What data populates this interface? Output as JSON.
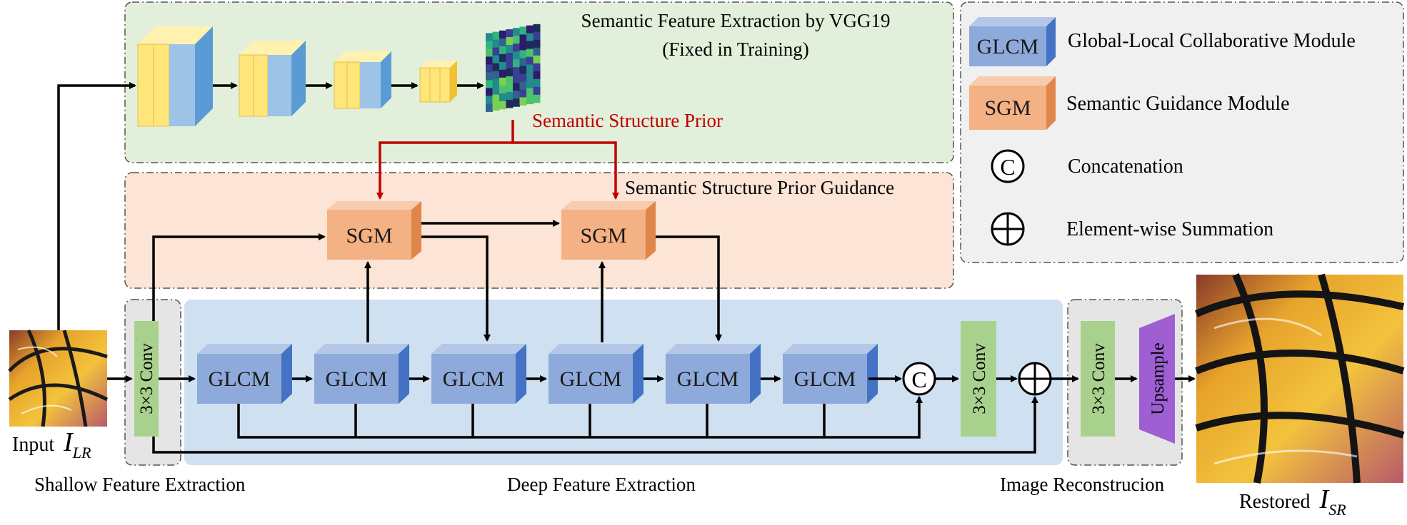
{
  "regions": {
    "semantic_title_line1": "Semantic Feature Extraction by VGG19",
    "semantic_title_line2": "(Fixed in Training)",
    "semantic_prior": "Semantic Structure Prior",
    "guidance_title": "Semantic Structure Prior Guidance",
    "shallow": "Shallow Feature Extraction",
    "deep": "Deep  Feature Extraction",
    "reconstruction": "Image Reconstrucion"
  },
  "modules": {
    "glcm": "GLCM",
    "sgm": "SGM",
    "conv": "3×3 Conv",
    "upsample": "Upsample",
    "concat_symbol": "C"
  },
  "legend": {
    "glcm_label": "GLCM",
    "glcm_desc": "Global-Local Collaborative Module",
    "sgm_label": "SGM",
    "sgm_desc": "Semantic Guidance Module",
    "concat_symbol": "C",
    "concat_desc": "Concatenation",
    "sum_desc": "Element-wise Summation"
  },
  "io": {
    "input_prefix": "Input",
    "input_symbol": "I",
    "input_sub": "LR",
    "output_prefix": "Restored",
    "output_symbol": "I",
    "output_sub": "SR"
  },
  "colors": {
    "semantic_bg": "#e2efda",
    "guidance_bg": "#fce4d6",
    "deep_bg": "#cfe0f1",
    "gray_bg": "#e5e5e5",
    "glcm_front": "#8eaadb",
    "sgm_front": "#f4b183",
    "conv_green": "#a9d18e",
    "upsample_purple": "#9e5fd3",
    "vgg_yellow": "#ffe57a",
    "vgg_blue": "#9dc3e6",
    "prior_red": "#c00000"
  }
}
